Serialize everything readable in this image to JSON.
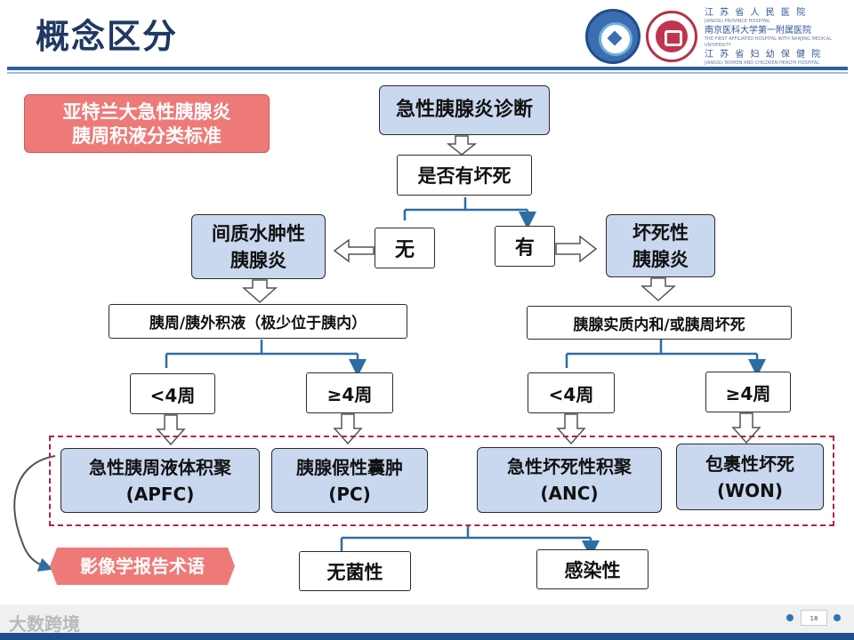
{
  "title": "概念区分",
  "hospital": {
    "line1": "江 苏 省 人 民 医 院",
    "line1_en": "JIANGSU PROVINCE HOSPITAL",
    "line2": "南京医科大学第一附属医院",
    "line2_en": "THE FIRST AFFILIATED HOSPITAL WITH NANJING MEDICAL UNIVERSITY",
    "line3": "江 苏 省 妇 幼 保 健 院",
    "line3_en": "JIANGSU WOMEN AND CHILDREN HEALTH HOSPITAL"
  },
  "label_atlanta": {
    "line1": "亚特兰大急性胰腺炎",
    "line2": "胰周积液分类标准"
  },
  "label_imaging": "影像学报告术语",
  "nodes": {
    "diagnosis": "急性胰腺炎诊断",
    "necrosis_q": "是否有坏死",
    "no": "无",
    "yes": "有",
    "interstitial": {
      "line1": "间质水肿性",
      "line2": "胰腺炎"
    },
    "necrotizing": {
      "line1": "坏死性",
      "line2": "胰腺炎"
    },
    "peri_fluid": "胰周/胰外积液（极少位于胰内）",
    "necrosis_loc": "胰腺实质内和/或胰周坏死",
    "lt4_left": "<4周",
    "ge4_left": "≥4周",
    "lt4_right": "<4周",
    "ge4_right": "≥4周",
    "apfc": {
      "line1": "急性胰周液体积聚",
      "line2": "(APFC)"
    },
    "pc": {
      "line1": "胰腺假性囊肿",
      "line2": "(PC)"
    },
    "anc": {
      "line1": "急性坏死性积聚",
      "line2": "(ANC)"
    },
    "won": {
      "line1": "包裹性坏死",
      "line2": "(WON)"
    },
    "sterile": "无菌性",
    "infected": "感染性"
  },
  "footer": {
    "page": "18",
    "watermark": "大数跨境"
  },
  "colors": {
    "title": "#1f3864",
    "pink": "#ee7a78",
    "blue_box": "#c9d8ee",
    "dash": "#b0243a",
    "arrow": "#2e6da4"
  }
}
